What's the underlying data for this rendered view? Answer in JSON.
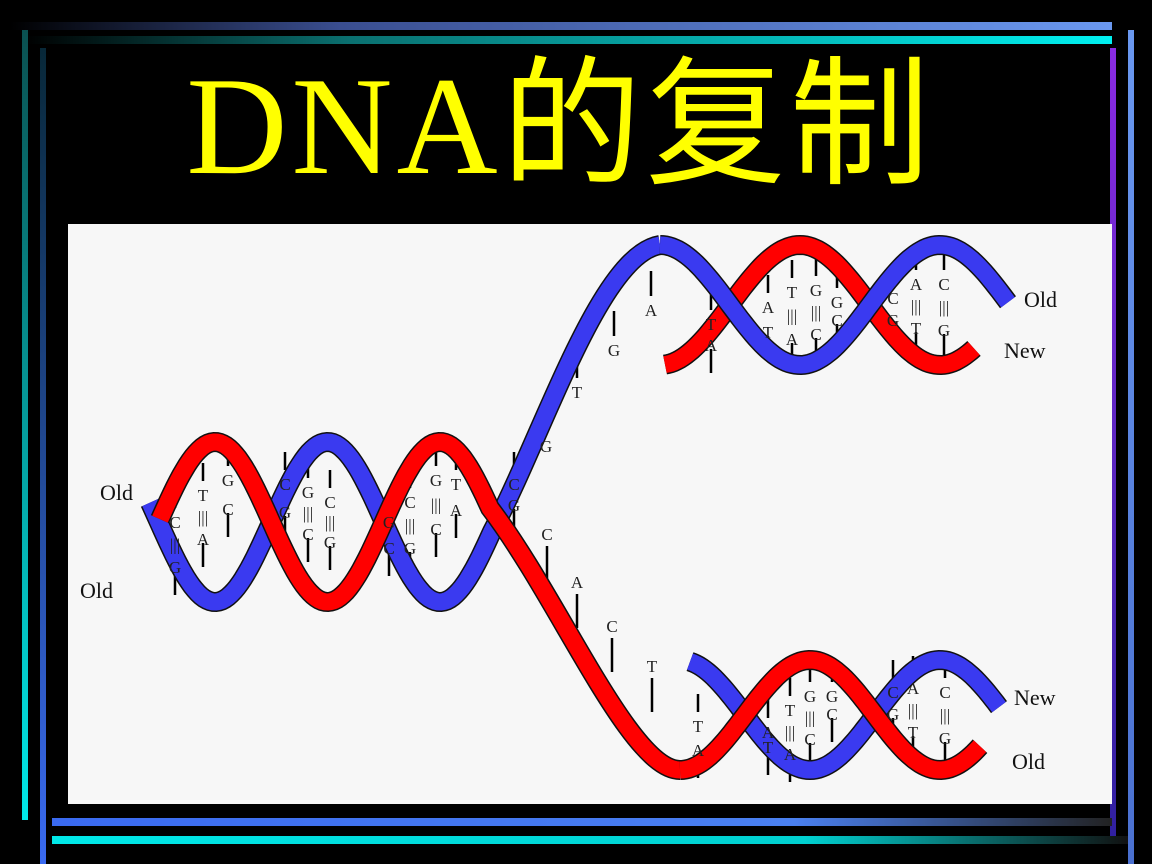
{
  "slide": {
    "title": "DNA的复制",
    "colors": {
      "title": "#ffff00",
      "background": "#000000",
      "old_strand_left": "#ff0000",
      "blue_strand": "#3a3af0",
      "frame_cyan": "#00e5e5",
      "frame_blue": "#5a8cf0",
      "frame_purple": "#8a2be2"
    }
  },
  "diagram": {
    "labels": {
      "left_top": "Old",
      "left_bottom": "Old",
      "top_right_upper": "Old",
      "top_right_lower": "New",
      "bottom_right_upper": "New",
      "bottom_right_lower": "Old"
    },
    "base_pairs": [
      [
        "C",
        "G"
      ],
      [
        "T",
        "A"
      ],
      [
        "G",
        "C"
      ],
      [
        "C",
        "G"
      ],
      [
        "G",
        "C"
      ],
      [
        "C",
        "G"
      ],
      [
        "G",
        "C"
      ],
      [
        "C",
        "G"
      ],
      [
        "G",
        "C"
      ],
      [
        "T",
        "A"
      ],
      [
        "C",
        "G"
      ],
      [
        "T",
        "A"
      ],
      [
        "A",
        "T"
      ],
      [
        "T",
        "A"
      ],
      [
        "G",
        "C"
      ],
      [
        "G",
        "C"
      ],
      [
        "C",
        "G"
      ],
      [
        "A",
        "T"
      ],
      [
        "C",
        "G"
      ],
      [
        "T",
        "A"
      ],
      [
        "A",
        "T"
      ],
      [
        "T",
        "A"
      ],
      [
        "G",
        "C"
      ],
      [
        "G",
        "C"
      ],
      [
        "C",
        "G"
      ],
      [
        "A",
        "T"
      ],
      [
        "C",
        "G"
      ]
    ],
    "fork_bases_upper": [
      "A",
      "G",
      "T",
      "G"
    ],
    "fork_bases_lower": [
      "C",
      "A",
      "C",
      "T"
    ]
  }
}
